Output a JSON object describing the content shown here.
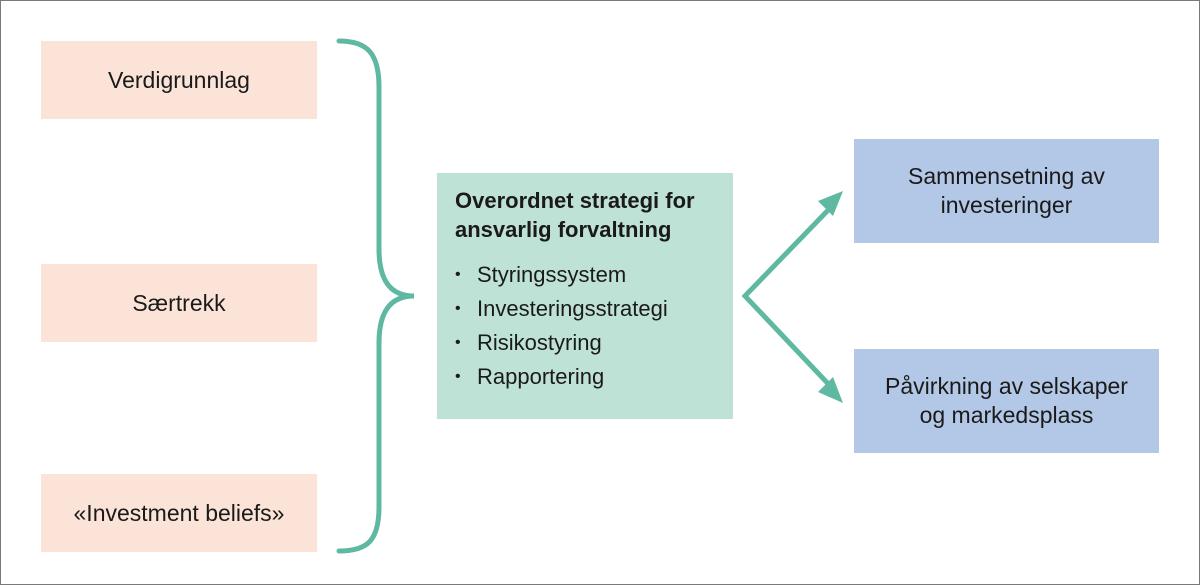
{
  "inputs": [
    {
      "label": "Verdigrunnlag"
    },
    {
      "label": "Særtrekk"
    },
    {
      "label": "«Investment beliefs»"
    }
  ],
  "center": {
    "title_line1": "Overordnet strategi for",
    "title_line2": "ansvarlig forvaltning",
    "items": [
      "Styringssystem",
      "Investeringsstrategi",
      "Risikostyring",
      "Rapportering"
    ]
  },
  "outputs": [
    {
      "line1": "Sammensetning av",
      "line2": "investeringer"
    },
    {
      "line1": "Påvirkning av selskaper",
      "line2": "og markedsplass"
    }
  ],
  "colors": {
    "input_fill": "#fbe3d7",
    "center_fill": "#bfe2d6",
    "output_fill": "#b3c7e6",
    "connector": "#5fb8a2"
  },
  "icons": {
    "bullet": "•"
  }
}
